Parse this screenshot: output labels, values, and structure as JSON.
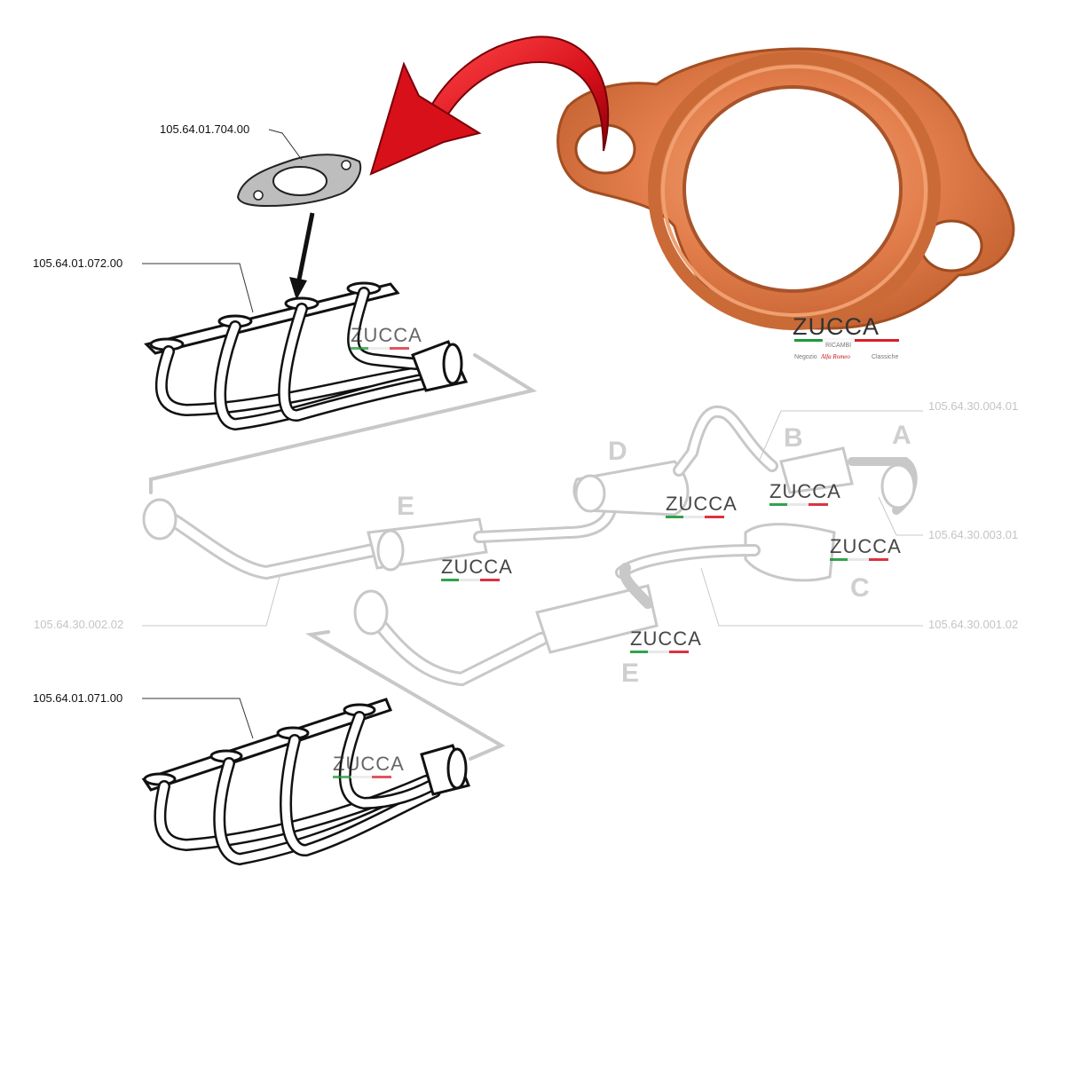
{
  "callouts": {
    "gasket": "105.64.01.704.00",
    "manifold_upper": "105.64.01.072.00",
    "manifold_lower": "105.64.01.071.00",
    "pipe_b": "105.64.30.004.01",
    "pipe_a": "105.64.30.003.01",
    "pipe_e": "105.64.30.002.02",
    "pipe_c": "105.64.30.001.02"
  },
  "section_letters": {
    "a": "A",
    "b": "B",
    "c": "C",
    "d": "D",
    "e_upper": "E",
    "e_lower": "E"
  },
  "watermark": {
    "brand": "ZUCCA",
    "sub": "RICAMBI",
    "tagline_pre": "Negozio",
    "tagline_brand": "Alfa Romeo",
    "tagline_post": "Classiche"
  },
  "colors": {
    "copper": "#e07a4a",
    "copper_dark": "#b85a2c",
    "arrow_red": "#d8101a",
    "flag_green": "#1a9a3a",
    "flag_red": "#d81e2a"
  }
}
